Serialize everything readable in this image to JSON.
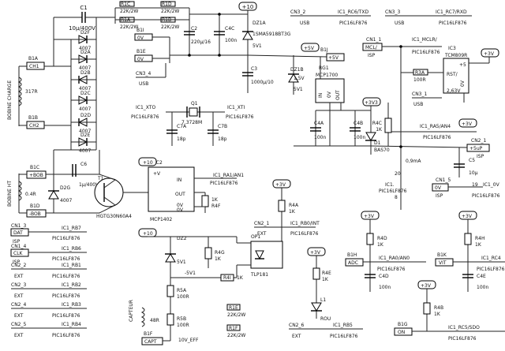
{
  "labels": {
    "c1": "C1",
    "c1v": "10µ/400V",
    "r1c": "R1C",
    "r1c_v": "22K/2W",
    "r1d": "R1D",
    "r1d_v": "22K/2W",
    "r1a": "R1A",
    "r1a_v": "22K/2W",
    "r1b": "R1B",
    "r1b_v": "22K/2W",
    "plus10": "+10",
    "dz1a": "DZ1A",
    "dz1a_v": "1SMA5918BT3G",
    "dz1a_5v1": "5V1",
    "b1i": "B1I",
    "b1i_v": "0V",
    "b1e": "B1E",
    "b1e_v": "0V",
    "c2": "C2",
    "c2v": "220µ/16",
    "c4c": "C4C",
    "c4cv": "100n",
    "c3": "C3",
    "c3v": "1000µ/10",
    "cn34": "CN3_4",
    "usb": "USB",
    "cn32": "CN3_2",
    "ic1_rc6": "IC1_RC6/TXD",
    "pic": "PIC16LF876",
    "cn33": "CN3_3",
    "ic1_rc7": "IC1_RC7/RXD",
    "cn11": "CN1_1",
    "mcl": "MCL/",
    "isp": "ISP",
    "ic1_mclr": "IC1_MCLR/",
    "ic3": "IC3",
    "tcm": "TCM809R",
    "plus5": "+5",
    "rst": "RST/",
    "zero_v": "0V",
    "r3a": "R3A",
    "r3a_v": "100R",
    "v263": "2,63V",
    "cn31": "CN3_1",
    "plus5v": "+5V",
    "b1j": "B1J",
    "dz1b": "DZ1B",
    "dz1b_v1": "1,5V",
    "dz1b_v2": "5V1",
    "rg1": "RG1",
    "mcp1700": "MCP1700",
    "in": "IN",
    "out": "OUT",
    "plus3v3": "+3V3",
    "c4a": "C4A",
    "c4a_v": "100n",
    "c4b": "C4B",
    "c4b_v": "100n",
    "d1": "D1",
    "bas70": "BAS70",
    "ic1_xto": "IC1_XTO",
    "ic1_xti": "IC1_XTI",
    "q1": "Q1",
    "q1v": "7.3728M",
    "c7a": "C7A",
    "c7b": "C7B",
    "c7v": "18p",
    "b1a": "B1A",
    "ch1": "CH1",
    "b1b": "B1B",
    "ch2": "CH2",
    "bobine_charge": "BOBINE CHARGE",
    "r317": "317R",
    "d2f": "D2F",
    "d2a": "D2A",
    "d2b": "D2B",
    "d2c": "D2C",
    "d2d": "D2D",
    "d2e": "D2E",
    "d4007": "4007",
    "r4c": "R4C",
    "r4cv": "1K",
    "ic1_ra5": "IC1_RA5/AN4",
    "plus3v": "+3V",
    "cn21": "CN2_1",
    "plus5up": "+5uP",
    "isp2": "ISP",
    "c5": "C5",
    "c5v": "10µ",
    "ma": "0,9mA",
    "ic1_pins": "IC1.",
    "n20": "20",
    "n8": "8",
    "n19": "19",
    "cn15": "CN1_5",
    "ic1_0v": "IC1_0V",
    "ov_label": "0V",
    "b1c": "B1C",
    "bob": "+BOB",
    "b1d": "B1D",
    "bob_neg": "-BOB",
    "bobine_ht": "BOBINE HT",
    "r04": "0.4R",
    "c6": "C6",
    "c6v": "1µ/400V",
    "d2g": "D2G",
    "d2g_v": "4007",
    "t1": "T1",
    "hgt": "HGTG30N60A4",
    "ic2": "IC2",
    "mcp1402": "MCP1402",
    "plusv": "+V",
    "in2": "IN",
    "out2": "OUT",
    "ov1": "0V",
    "ov2": "0V",
    "ic1_ra1": "IC1_RA1/AN1",
    "r4f": "R4F",
    "r4fv": "1K",
    "r4a": "R4A",
    "r4av": "1K",
    "cn2_1": "CN2_1",
    "ext": "EXT",
    "ic1_rb0": "IC1_RB0/INT",
    "op1": "OP1",
    "tlp181": "TLP181",
    "dz2": "DZ2",
    "dz2_v": "5V1",
    "r4g": "R4G",
    "r4gv": "1K",
    "r4i": "R4I",
    "r4iv": "1K",
    "m5v1": "-5V1",
    "r5a": "R5A",
    "r5av": "100R",
    "r5b": "R5B",
    "r5bv": "100R",
    "capteur": "CAPTEUR",
    "r48": "48R",
    "b1f": "B1F",
    "capt": "CAPT",
    "v10eff": "10V_EFF",
    "r1e": "R1E",
    "r1ev": "22K/2W",
    "r1f": "R1F",
    "r1fv": "22K/2W",
    "r4e": "R4E",
    "r4ev": "1K",
    "l1": "L1",
    "rou": "ROU",
    "cn26": "CN2_6",
    "ic1_rb5": "IC1_RB5",
    "r4d": "R4D",
    "r4dv": "1K",
    "b1h": "B1H",
    "adc": "ADC",
    "ic1_ra0": "IC1_RA0/AN0",
    "c4d": "C4D",
    "c4dv": "100n",
    "r4h": "R4H",
    "r4hv": "1K",
    "b1k": "B1K",
    "vit": "VIT",
    "ic1_rc4": "IC1_RC4",
    "c4e": "C4E",
    "c4ev": "100n",
    "r4b": "R4B",
    "r4bv": "1K",
    "b1g": "B1G",
    "on": "ON",
    "ic1_rc5": "IC1_RC5/SDO",
    "cn13": "CN1_3",
    "dat": "DAT",
    "ic1_rb7": "IC1_RB7",
    "cn14": "CN1_4",
    "clk": "CLK",
    "ic1_rb6": "IC1_RB6",
    "cn22": "CN2_2",
    "ic1_rb1": "IC1_RB1",
    "cn23": "CN2_3",
    "ic1_rb2": "IC1_RB2",
    "cn24": "CN2_4",
    "ic1_rb3": "IC1_RB3",
    "cn25": "CN2_5",
    "ic1_rb4": "IC1_RB4"
  }
}
